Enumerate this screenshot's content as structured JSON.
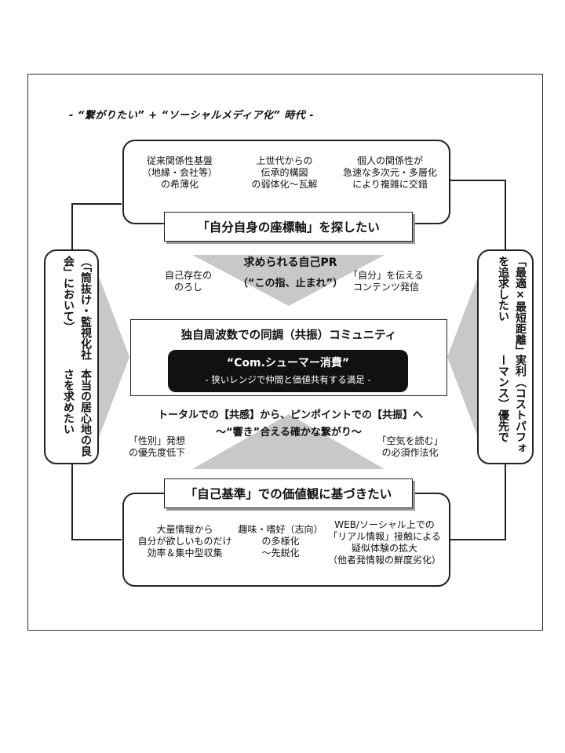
{
  "era_title": "- “繋がりたい” + “ソーシャルメディア化” 時代 -",
  "top": {
    "items": [
      "従来関係性基盤\n（地縁・会社等）\nの希薄化",
      "上世代からの\n伝承的構図\nの弱体化～瓦解",
      "個人の関係性が\n急速な多次元・多層化\nにより複雑に交錯"
    ],
    "label": "「自分自身の座標軸」を探したい"
  },
  "upper_middle": {
    "headline": "求められる自己PR",
    "subline": "（“この指、止まれ”）",
    "left": "自己存在の\nのろし",
    "right": "「自分」を伝える\nコンテンツ発信"
  },
  "center": {
    "title": "独自周波数での同調（共振）コミュニティ",
    "black_title": "“Com.シューマー消費”",
    "black_sub": "- 狭いレンジで仲間と価値共有する満足 -"
  },
  "lower_middle": {
    "line1": "トータルでの【共感】から、ピンポイントでの【共振】へ",
    "line2": "～“響き”合える確かな繋がり～",
    "left": "「性別」発想\nの優先度低下",
    "right": "「空気を読む」\nの必須作法化"
  },
  "bottom": {
    "label": "「自己基準」での価値観に基づきたい",
    "items": [
      "大量情報から\n自分が欲しいものだけ\n効率＆集中型収集",
      "趣味・嗜好（志向）\nの多様化\n～先鋭化",
      "WEB/ソーシャル上での\n「リアル情報」接触による\n疑似体験の拡大\n（他者発情報の鮮度劣化）"
    ]
  },
  "left_side": {
    "col_outer": "本当の居心地の良さを求めたい",
    "col_inner": "（「筒抜け・監視化社会」において）"
  },
  "right_side": {
    "col_outer": "実利（コストパフォーマンス）優先で",
    "col_inner": "「最適×最短距離」を追求したい"
  }
}
